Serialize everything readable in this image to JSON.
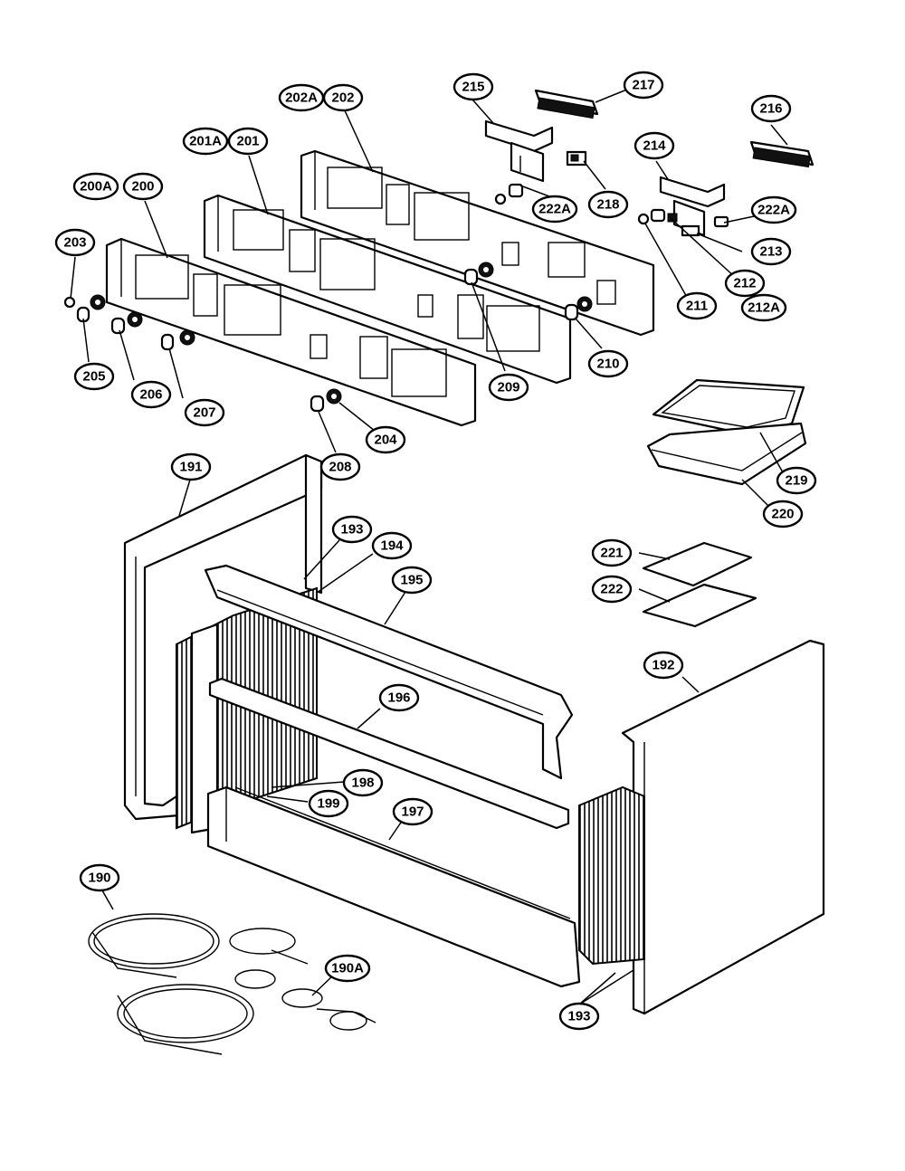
{
  "callouts": {
    "c190": "190",
    "c190a": "190A",
    "c191": "191",
    "c192": "192",
    "c193a": "193",
    "c193b": "193",
    "c194": "194",
    "c195": "195",
    "c196": "196",
    "c197": "197",
    "c198": "198",
    "c199": "199",
    "c200": "200",
    "c200a": "200A",
    "c201": "201",
    "c201a": "201A",
    "c202": "202",
    "c202a": "202A",
    "c203": "203",
    "c204": "204",
    "c205": "205",
    "c206": "206",
    "c207": "207",
    "c208": "208",
    "c209": "209",
    "c210": "210",
    "c211": "211",
    "c212": "212",
    "c212a": "212A",
    "c213": "213",
    "c214": "214",
    "c215": "215",
    "c216": "216",
    "c217": "217",
    "c218": "218",
    "c219": "219",
    "c220": "220",
    "c221": "221",
    "c222": "222",
    "c222a1": "222A",
    "c222a2": "222A"
  }
}
